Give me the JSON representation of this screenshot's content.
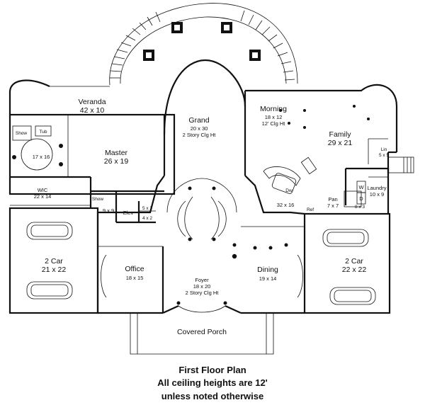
{
  "rooms": {
    "veranda": {
      "name": "Veranda",
      "dims": "42 x 10"
    },
    "grand": {
      "name": "Grand",
      "dims": "20 x 30",
      "note": "2 Story Clg Ht"
    },
    "morning": {
      "name": "Morning",
      "dims": "18 x 12",
      "note": "12' Clg Ht"
    },
    "family": {
      "name": "Family",
      "dims": "29 x 21"
    },
    "master": {
      "name": "Master",
      "dims": "26 x 19"
    },
    "master_bath": {
      "dims": "17 x 16"
    },
    "shower_master": {
      "name": "Show"
    },
    "tub": {
      "name": "Tub"
    },
    "wic": {
      "name": "WIC",
      "dims": "22 x 14"
    },
    "shower_small": {
      "name": "Show"
    },
    "closet_9x9": {
      "dims": "9 x 9"
    },
    "elev": {
      "name": "Elev"
    },
    "closet_5x3": {
      "dims": "5 x 3"
    },
    "closet_4x2": {
      "dims": "4 x 2"
    },
    "kitchen": {
      "dims": "32 x 16"
    },
    "dw": {
      "name": "Dw"
    },
    "ref": {
      "name": "Ref"
    },
    "pantry": {
      "name": "Pan",
      "dims": "7 x 7"
    },
    "lin": {
      "name": "Lin",
      "dims": "5 x 5"
    },
    "laundry": {
      "name": "Laundry",
      "dims": "10 x 9"
    },
    "washer": {
      "name": "W"
    },
    "dryer": {
      "name": "D"
    },
    "closet_8x3": {
      "dims": "8 x 3"
    },
    "garage_left": {
      "name": "2 Car",
      "dims": "21 x 22"
    },
    "garage_right": {
      "name": "2 Car",
      "dims": "22 x 22"
    },
    "office": {
      "name": "Office",
      "dims": "18 x 15"
    },
    "foyer": {
      "name": "Foyer",
      "dims": "18 x 20",
      "note": "2 Story Clg Ht"
    },
    "dining": {
      "name": "Dining",
      "dims": "19 x 14"
    },
    "porch": {
      "name": "Covered Porch"
    }
  },
  "caption": {
    "line1": "First Floor Plan",
    "line2": "All ceiling heights are 12'",
    "line3": "unless noted otherwise"
  }
}
